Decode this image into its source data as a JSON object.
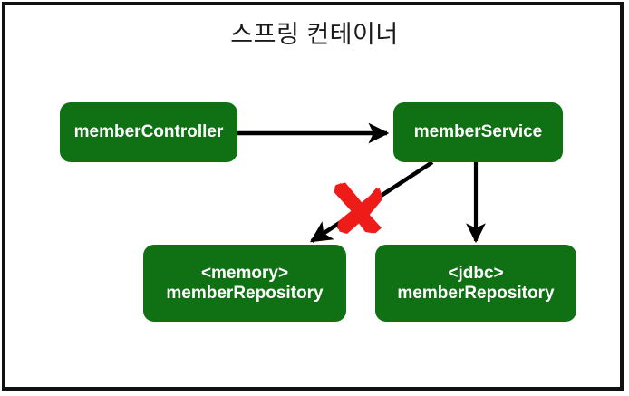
{
  "diagram": {
    "title": "스프링 컨테이너",
    "frame_color": "#111111",
    "background_color": "#ffffff",
    "node_color": "#0f7014",
    "node_text_color": "#ffffff",
    "arrow_color": "#000000",
    "x_mark_color": "#ee1c18",
    "nodes": [
      {
        "id": "member-controller",
        "line1": "memberController",
        "line2": ""
      },
      {
        "id": "member-service",
        "line1": "memberService",
        "line2": ""
      },
      {
        "id": "memory-repo",
        "line1": "<memory>",
        "line2": "memberRepository"
      },
      {
        "id": "jdbc-repo",
        "line1": "<jdbc>",
        "line2": "memberRepository"
      }
    ],
    "connections": [
      {
        "id": "controller-to-service",
        "from": "member-controller",
        "to": "member-service",
        "style": "solid-arrow",
        "crossed_out": false
      },
      {
        "id": "service-to-memory-repo",
        "from": "member-service",
        "to": "memory-repo",
        "style": "solid-arrow",
        "crossed_out": true
      },
      {
        "id": "service-to-jdbc-repo",
        "from": "member-service",
        "to": "jdbc-repo",
        "style": "solid-arrow",
        "crossed_out": false
      }
    ],
    "annotations": [
      {
        "id": "x-mark",
        "kind": "cross-out",
        "target": "service-to-memory-repo"
      }
    ]
  }
}
